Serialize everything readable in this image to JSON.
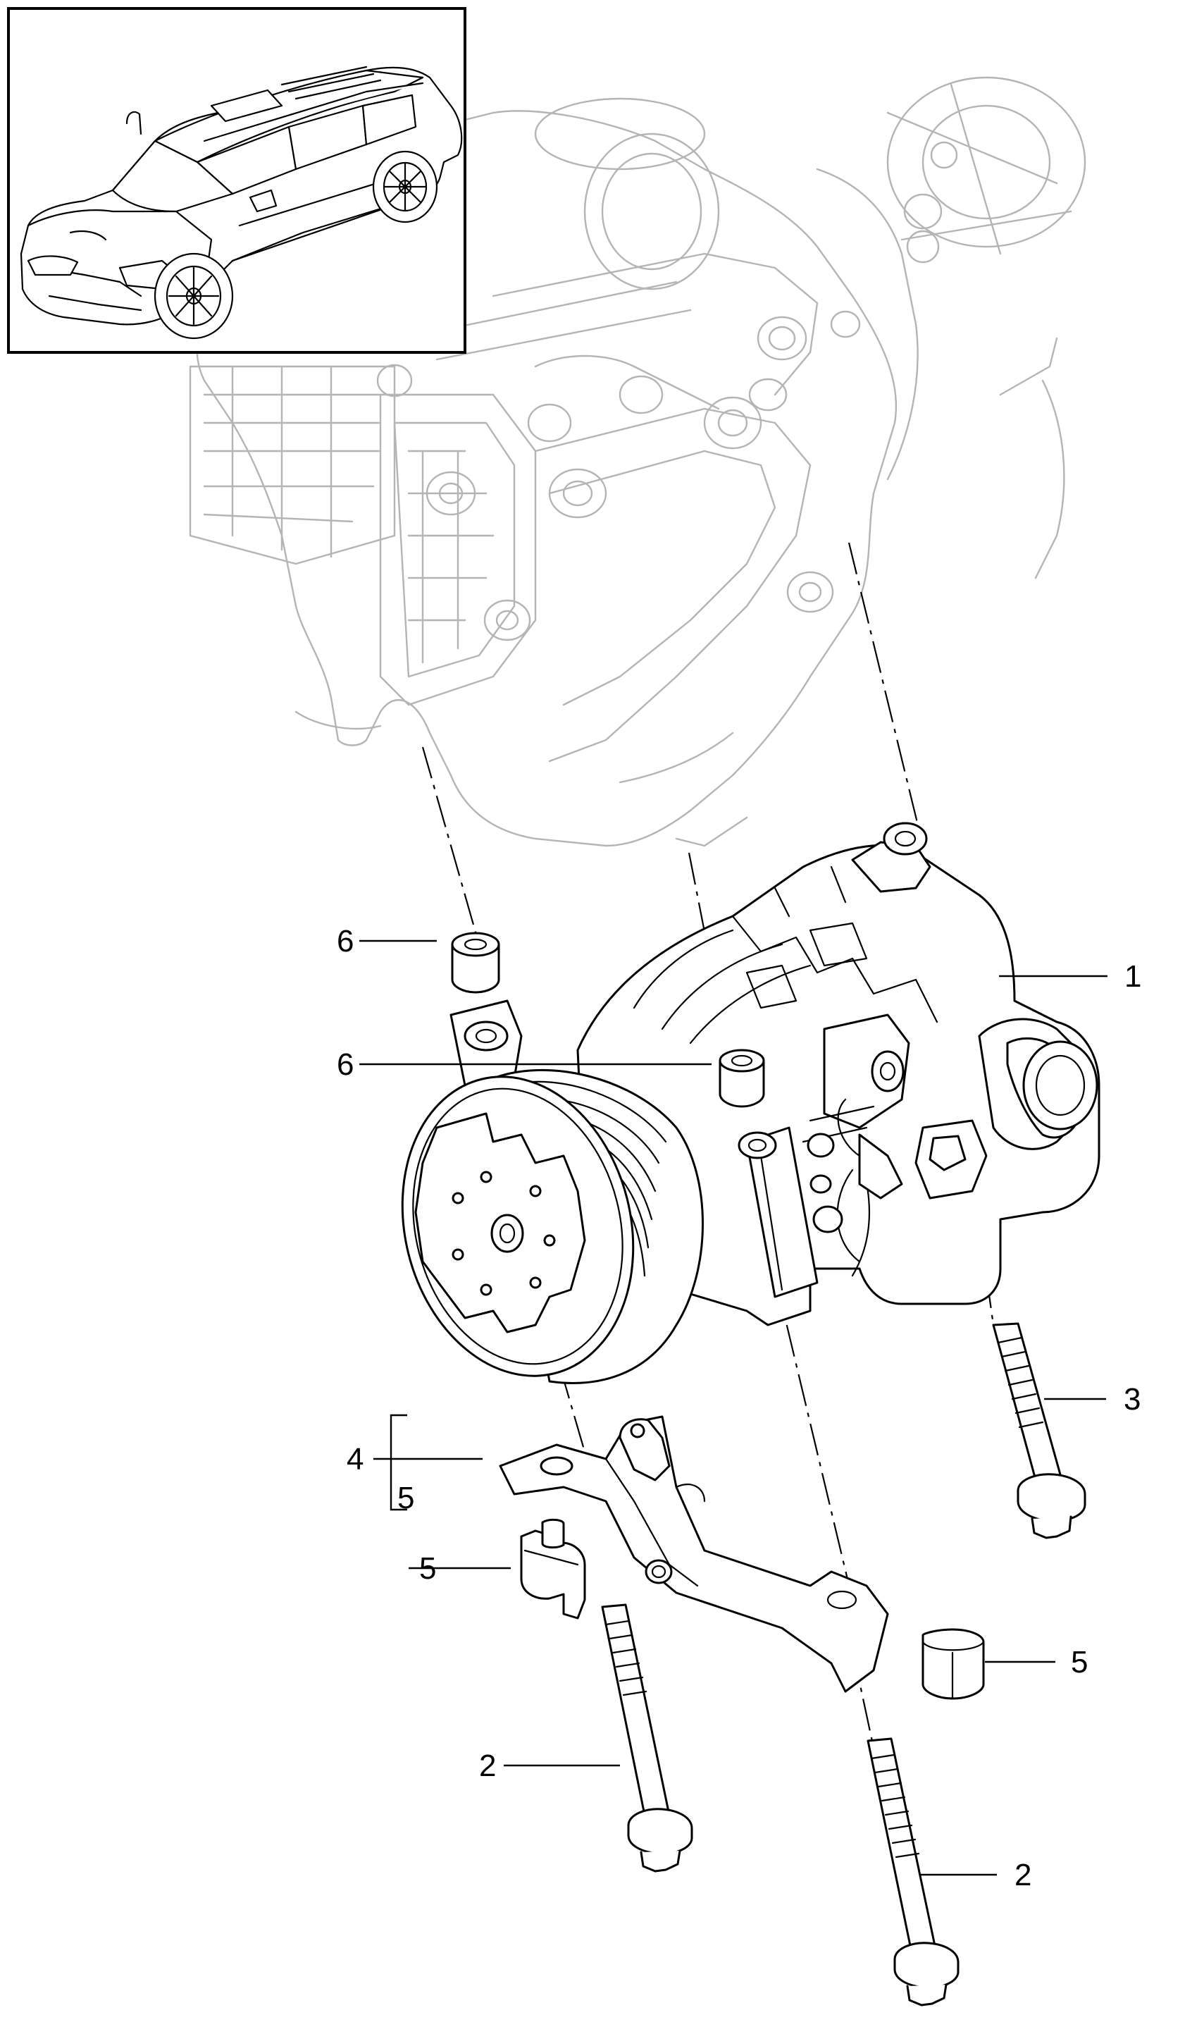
{
  "callouts": [
    {
      "id": "1",
      "label": "1"
    },
    {
      "id": "2a",
      "label": "2"
    },
    {
      "id": "2b",
      "label": "2"
    },
    {
      "id": "3",
      "label": "3"
    },
    {
      "id": "4",
      "label": "4"
    },
    {
      "id": "5a",
      "label": "5"
    },
    {
      "id": "5b",
      "label": "5"
    },
    {
      "id": "5c",
      "label": "5"
    },
    {
      "id": "6a",
      "label": "6"
    },
    {
      "id": "6b",
      "label": "6"
    }
  ],
  "colors": {
    "line": "#000000",
    "ghost": "#b4b4b4",
    "background": "#ffffff"
  }
}
